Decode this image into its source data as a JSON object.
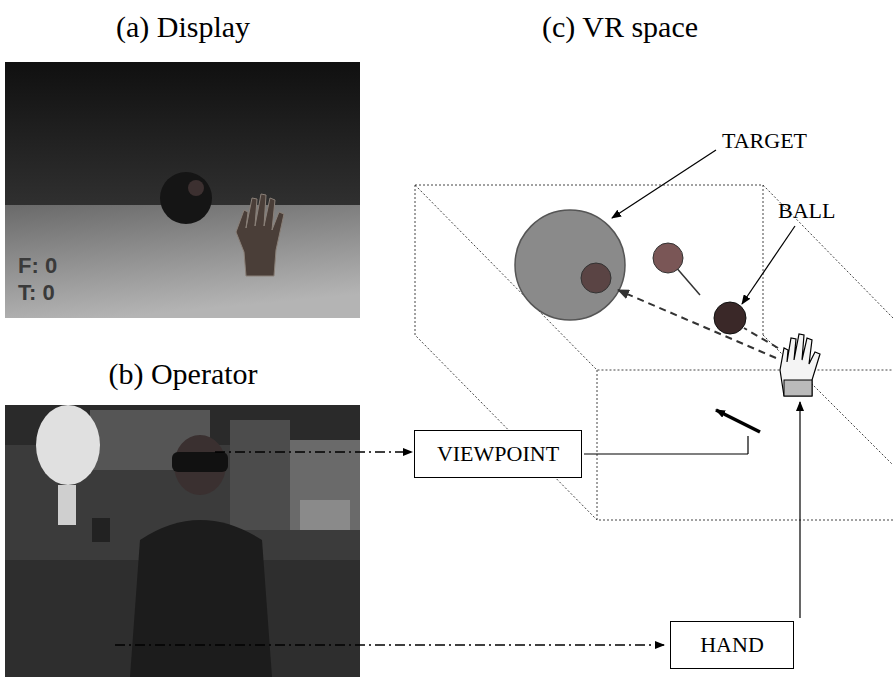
{
  "diagram": {
    "nodes": [
      {
        "text": [
          "VIEWPOINT"
        ]
      },
      {
        "text": [
          "HAND"
        ]
      }
    ],
    "labels": [
      "(a) Display",
      "(c) VR space",
      "(b) Operator",
      "F: 0",
      "T: 0",
      "TARGET",
      "BALL"
    ]
  }
}
